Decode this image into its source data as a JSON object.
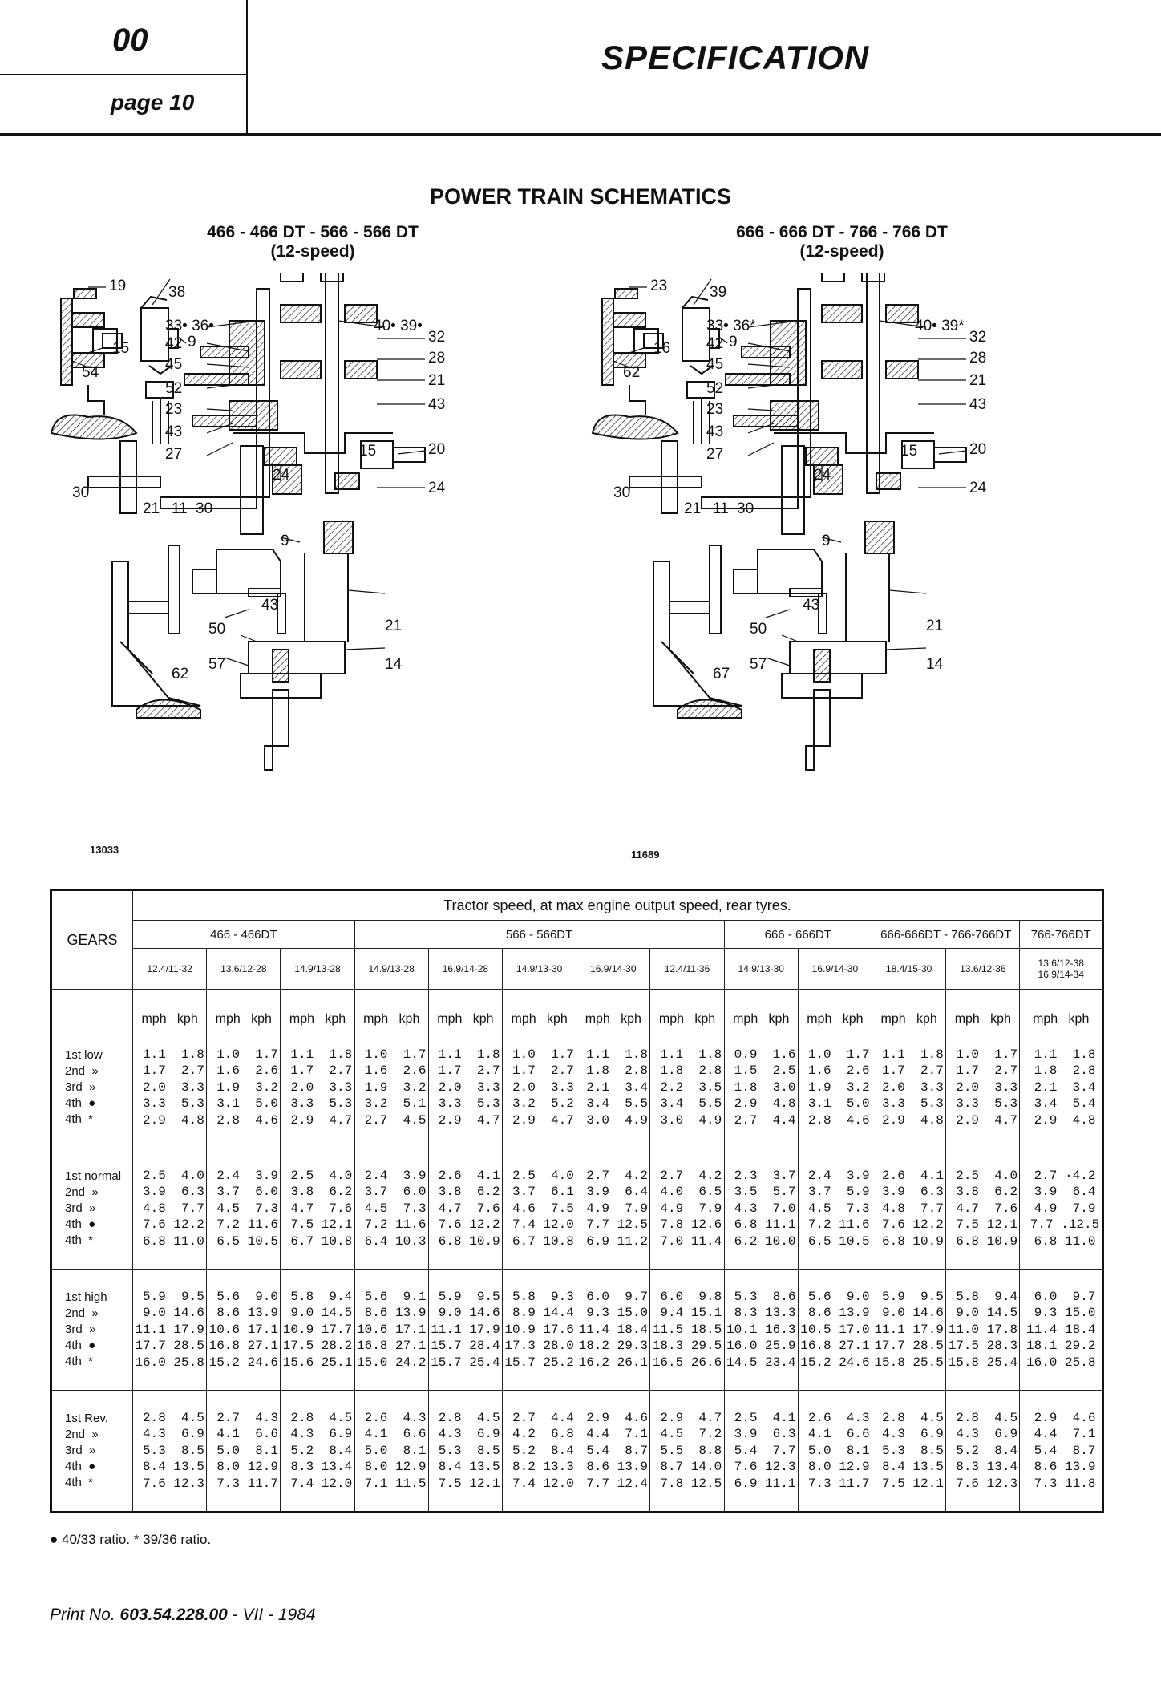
{
  "header": {
    "section": "00",
    "page": "page 10",
    "title": "SPECIFICATION"
  },
  "main_title": "POWER TRAIN SCHEMATICS",
  "diagrams": [
    {
      "models": "466 - 466 DT - 566 - 566 DT",
      "speed": "(12-speed)",
      "code": "13033",
      "labels": {
        "top_a": "19",
        "top_b": "38",
        "l1": "15",
        "l2": "9",
        "l3": "54",
        "r1": "33• 36•",
        "r2": "40• 39•",
        "c42": "42",
        "c45": "45",
        "c52": "52",
        "c23": "23",
        "c43": "43",
        "c27": "27",
        "c24": "24",
        "c30": "30",
        "c21": "21",
        "c11": "11",
        "c30b": "30",
        "c9": "9",
        "c15": "15",
        "c20": "20",
        "c24b": "24",
        "r32": "32",
        "r28": "28",
        "r21": "21",
        "r43": "43",
        "c43b": "43",
        "c50": "50",
        "c21b": "21",
        "c57": "57",
        "c14": "14",
        "c62": "62"
      }
    },
    {
      "models": "666 - 666 DT - 766 - 766 DT",
      "speed": "(12-speed)",
      "code": "11689",
      "labels": {
        "top_a": "23",
        "top_b": "39",
        "l1": "16",
        "l2": "9",
        "l3": "62",
        "r1": "33• 36*",
        "r2": "40• 39*",
        "c42": "42",
        "c45": "45",
        "c52": "52",
        "c23": "23",
        "c43": "43",
        "c27": "27",
        "c24": "24",
        "c30": "30",
        "c21": "21",
        "c11": "11",
        "c30b": "30",
        "c9": "9",
        "c15": "15",
        "c20": "20",
        "c24b": "24",
        "r32": "32",
        "r28": "28",
        "r21": "21",
        "r43": "43",
        "c43b": "43",
        "c50": "50",
        "c21b": "21",
        "c57": "57",
        "c14": "14",
        "c62": "67"
      }
    }
  ],
  "table": {
    "caption": "Tractor speed, at max engine output speed, rear tyres.",
    "gears_header": "GEARS",
    "groups": [
      {
        "name": "466 - 466DT",
        "span": 3
      },
      {
        "name": "566 - 566DT",
        "span": 5
      },
      {
        "name": "666 - 666DT",
        "span": 2
      },
      {
        "name": "666-666DT - 766-766DT",
        "span": 2
      },
      {
        "name": "766-766DT",
        "span": 1
      }
    ],
    "tyres": [
      "12.4/11-32",
      "13.6/12-28",
      "14.9/13-28",
      "14.9/13-28",
      "16.9/14-28",
      "14.9/13-30",
      "16.9/14-30",
      "12.4/11-36",
      "14.9/13-30",
      "16.9/14-30",
      "18.4/15-30",
      "13.6/12-36",
      "13.6/12-38\n16.9/14-34"
    ],
    "unit_label": "mph   kph",
    "ranges": [
      {
        "gears": "1st low\n2nd  »\n3rd  »\n4th  ●\n4th  *",
        "cols": [
          " 1.1  1.8\n 1.7  2.7\n 2.0  3.3\n 3.3  5.3\n 2.9  4.8",
          " 1.0  1.7\n 1.6  2.6\n 1.9  3.2\n 3.1  5.0\n 2.8  4.6",
          " 1.1  1.8\n 1.7  2.7\n 2.0  3.3\n 3.3  5.3\n 2.9  4.7",
          " 1.0  1.7\n 1.6  2.6\n 1.9  3.2\n 3.2  5.1\n 2.7  4.5",
          " 1.1  1.8\n 1.7  2.7\n 2.0  3.3\n 3.3  5.3\n 2.9  4.7",
          " 1.0  1.7\n 1.7  2.7\n 2.0  3.3\n 3.2  5.2\n 2.9  4.7",
          " 1.1  1.8\n 1.8  2.8\n 2.1  3.4\n 3.4  5.5\n 3.0  4.9",
          " 1.1  1.8\n 1.8  2.8\n 2.2  3.5\n 3.4  5.5\n 3.0  4.9",
          " 0.9  1.6\n 1.5  2.5\n 1.8  3.0\n 2.9  4.8\n 2.7  4.4",
          " 1.0  1.7\n 1.6  2.6\n 1.9  3.2\n 3.1  5.0\n 2.8  4.6",
          " 1.1  1.8\n 1.7  2.7\n 2.0  3.3\n 3.3  5.3\n 2.9  4.8",
          " 1.0  1.7\n 1.7  2.7\n 2.0  3.3\n 3.3  5.3\n 2.9  4.7",
          " 1.1  1.8\n 1.8  2.8\n 2.1  3.4\n 3.4  5.4\n 2.9  4.8"
        ]
      },
      {
        "gears": "1st normal\n2nd  »\n3rd  »\n4th  ●\n4th  *",
        "cols": [
          " 2.5  4.0\n 3.9  6.3\n 4.8  7.7\n 7.6 12.2\n 6.8 11.0",
          " 2.4  3.9\n 3.7  6.0\n 4.5  7.3\n 7.2 11.6\n 6.5 10.5",
          " 2.5  4.0\n 3.8  6.2\n 4.7  7.6\n 7.5 12.1\n 6.7 10.8",
          " 2.4  3.9\n 3.7  6.0\n 4.5  7.3\n 7.2 11.6\n 6.4 10.3",
          " 2.6  4.1\n 3.8  6.2\n 4.7  7.6\n 7.6 12.2\n 6.8 10.9",
          " 2.5  4.0\n 3.7  6.1\n 4.6  7.5\n 7.4 12.0\n 6.7 10.8",
          " 2.7  4.2\n 3.9  6.4\n 4.9  7.9\n 7.7 12.5\n 6.9 11.2",
          " 2.7  4.2\n 4.0  6.5\n 4.9  7.9\n 7.8 12.6\n 7.0 11.4",
          " 2.3  3.7\n 3.5  5.7\n 4.3  7.0\n 6.8 11.1\n 6.2 10.0",
          " 2.4  3.9\n 3.7  5.9\n 4.5  7.3\n 7.2 11.6\n 6.5 10.5",
          " 2.6  4.1\n 3.9  6.3\n 4.8  7.7\n 7.6 12.2\n 6.8 10.9",
          " 2.5  4.0\n 3.8  6.2\n 4.7  7.6\n 7.5 12.1\n 6.8 10.9",
          " 2.7 ·4.2\n 3.9  6.4\n 4.9  7.9\n 7.7 .12.5\n 6.8 11.0"
        ]
      },
      {
        "gears": "1st high\n2nd  »\n3rd  »\n4th  ●\n4th  *",
        "cols": [
          " 5.9  9.5\n 9.0 14.6\n11.1 17.9\n17.7 28.5\n16.0 25.8",
          " 5.6  9.0\n 8.6 13.9\n10.6 17.1\n16.8 27.1\n15.2 24.6",
          " 5.8  9.4\n 9.0 14.5\n10.9 17.7\n17.5 28.2\n15.6 25.1",
          " 5.6  9.1\n 8.6 13.9\n10.6 17.1\n16.8 27.1\n15.0 24.2",
          " 5.9  9.5\n 9.0 14.6\n11.1 17.9\n15.7 28.4\n15.7 25.4",
          " 5.8  9.3\n 8.9 14.4\n10.9 17.6\n17.3 28.0\n15.7 25.2",
          " 6.0  9.7\n 9.3 15.0\n11.4 18.4\n18.2 29.3\n16.2 26.1",
          " 6.0  9.8\n 9.4 15.1\n11.5 18.5\n18.3 29.5\n16.5 26.6",
          " 5.3  8.6\n 8.3 13.3\n10.1 16.3\n16.0 25.9\n14.5 23.4",
          " 5.6  9.0\n 8.6 13.9\n10.5 17.0\n16.8 27.1\n15.2 24.6",
          " 5.9  9.5\n 9.0 14.6\n11.1 17.9\n17.7 28.5\n15.8 25.5",
          " 5.8  9.4\n 9.0 14.5\n11.0 17.8\n17.5 28.3\n15.8 25.4",
          " 6.0  9.7\n 9.3 15.0\n11.4 18.4\n18.1 29.2\n16.0 25.8"
        ]
      },
      {
        "gears": "1st Rev.\n2nd  »\n3rd  »\n4th  ●\n4th  *",
        "cols": [
          " 2.8  4.5\n 4.3  6.9\n 5.3  8.5\n 8.4 13.5\n 7.6 12.3",
          " 2.7  4.3\n 4.1  6.6\n 5.0  8.1\n 8.0 12.9\n 7.3 11.7",
          " 2.8  4.5\n 4.3  6.9\n 5.2  8.4\n 8.3 13.4\n 7.4 12.0",
          " 2.6  4.3\n 4.1  6.6\n 5.0  8.1\n 8.0 12.9\n 7.1 11.5",
          " 2.8  4.5\n 4.3  6.9\n 5.3  8.5\n 8.4 13.5\n 7.5 12.1",
          " 2.7  4.4\n 4.2  6.8\n 5.2  8.4\n 8.2 13.3\n 7.4 12.0",
          " 2.9  4.6\n 4.4  7.1\n 5.4  8.7\n 8.6 13.9\n 7.7 12.4",
          " 2.9  4.7\n 4.5  7.2\n 5.5  8.8\n 8.7 14.0\n 7.8 12.5",
          " 2.5  4.1\n 3.9  6.3\n 5.4  7.7\n 7.6 12.3\n 6.9 11.1",
          " 2.6  4.3\n 4.1  6.6\n 5.0  8.1\n 8.0 12.9\n 7.3 11.7",
          " 2.8  4.5\n 4.3  6.9\n 5.3  8.5\n 8.4 13.5\n 7.5 12.1",
          " 2.8  4.5\n 4.3  6.9\n 5.2  8.4\n 8.3 13.4\n 7.6 12.3",
          " 2.9  4.6\n 4.4  7.1\n 5.4  8.7\n 8.6 13.9\n 7.3 11.8"
        ]
      }
    ]
  },
  "footnote": "● 40/33 ratio. * 39/36 ratio.",
  "print": {
    "prefix": "Print No.",
    "number": "603.54.228.00",
    "suffix": "- VII - 1984"
  }
}
